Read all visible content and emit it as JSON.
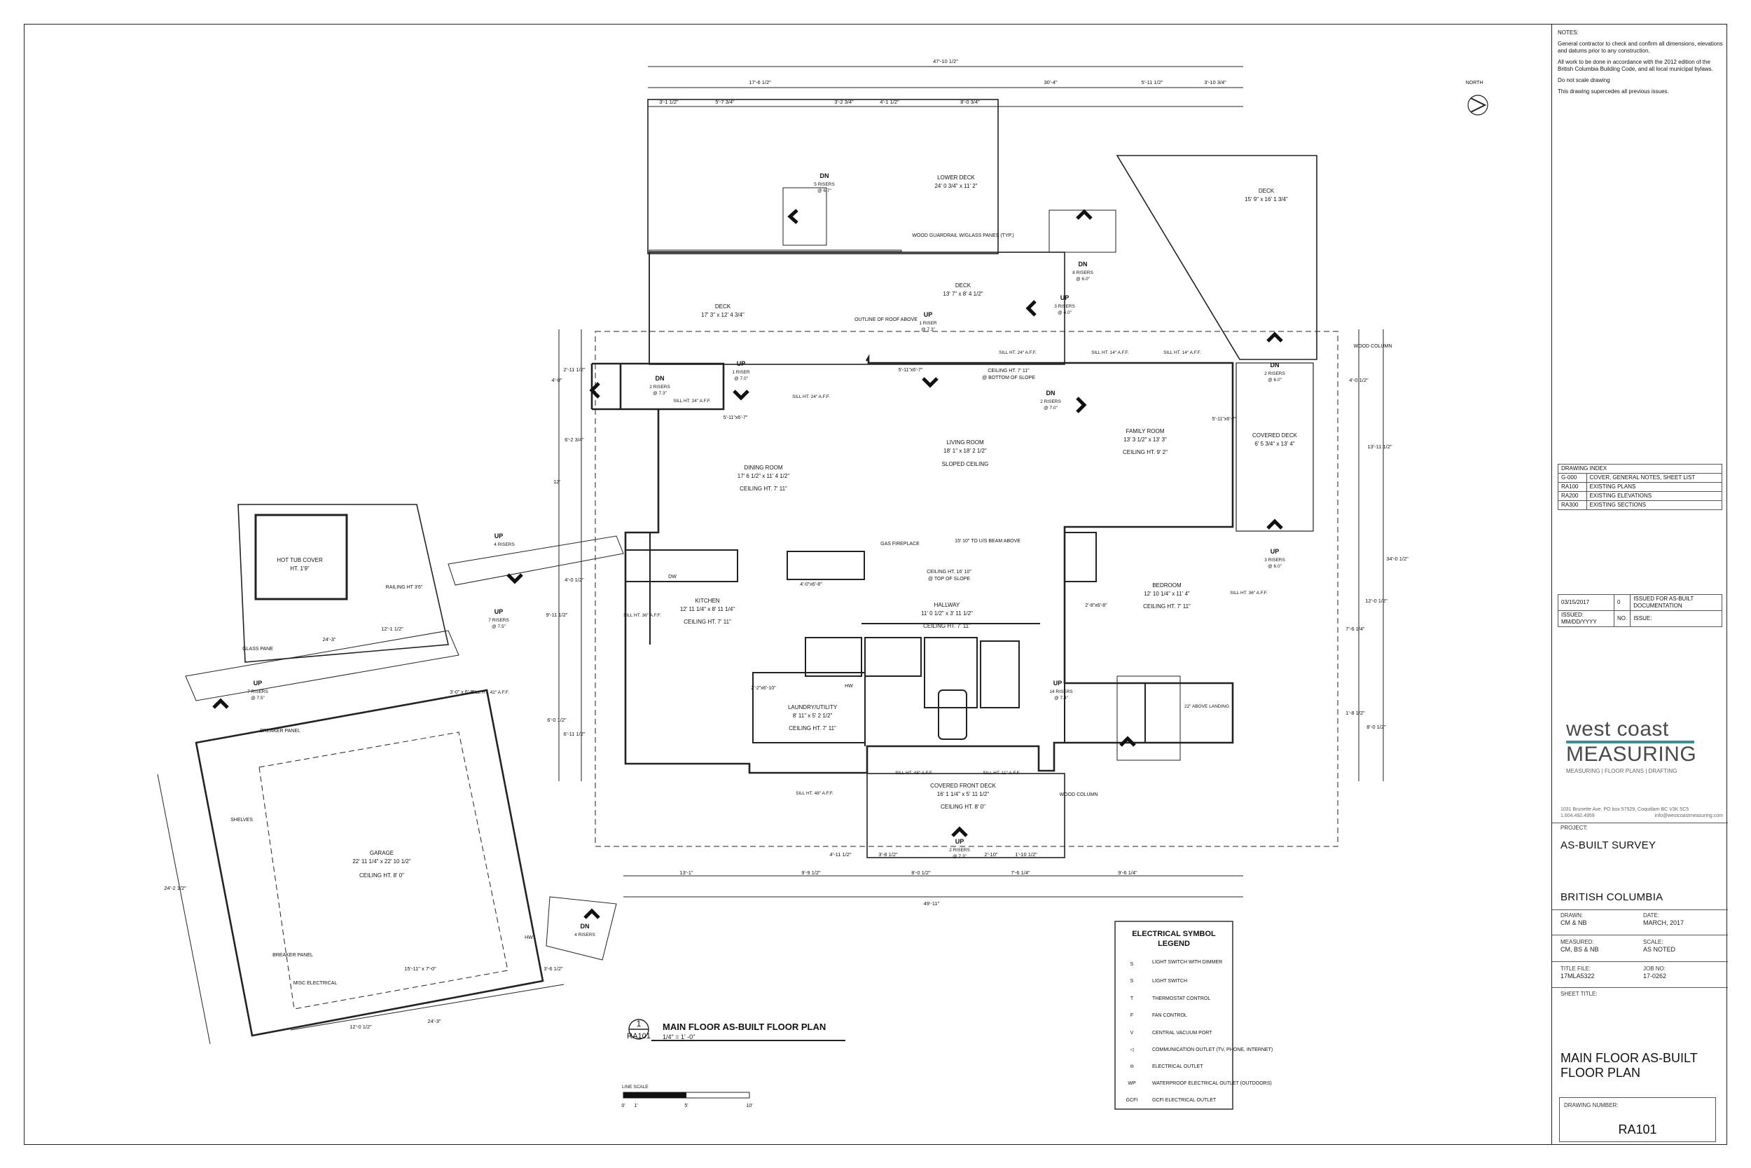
{
  "titleblock": {
    "notes_heading": "NOTES:",
    "notes": [
      "General contractor to check and confirm all dimensions, elevations and datums prior to any construction.",
      "All work to be done in accordance with the 2012 edition of the British Columbia Building Code, and all local municipal bylaws.",
      "Do not scale drawing",
      "This drawing supercedes all previous issues."
    ],
    "index_title": "DRAWING INDEX",
    "index": [
      {
        "code": "G-000",
        "desc": "COVER, GENERAL NOTES, SHEET LIST"
      },
      {
        "code": "RA100",
        "desc": "EXISTING PLANS"
      },
      {
        "code": "RA200",
        "desc": "EXISTING ELEVATIONS"
      },
      {
        "code": "RA300",
        "desc": "EXISTING SECTIONS"
      }
    ],
    "revision": {
      "date": "03/15/2017",
      "num": "0",
      "desc": "ISSUED FOR AS-BUILT DOCUMENTATION",
      "issued_label": "ISSUED: MM/DD/YYYY",
      "num_label": "NO.",
      "issue_label": "ISSUE:"
    },
    "logo_line1": "west coast",
    "logo_line2": "MEASURING",
    "tagline": "MEASURING | FLOOR PLANS | DRAFTING",
    "address": "1031 Brunette Ave. PO box 57529, Coquitlam BC V3K 5C5",
    "phone": "1.604.492.4959",
    "email": "info@westcoastmeasuring.com",
    "project_label": "PROJECT:",
    "project": "AS-BUILT SURVEY",
    "province": "BRITISH COLUMBIA",
    "drawn_label": "DRAWN:",
    "drawn": "CM & NB",
    "date_label": "DATE:",
    "date": "MARCH, 2017",
    "measured_label": "MEASURED:",
    "measured": "CM, BS & NB",
    "scale_label": "SCALE:",
    "scale": "AS NOTED",
    "title_file_label": "TITLE FILE:",
    "title_file": "17MLA5322",
    "job_label": "JOB NO:",
    "job": "17-0262",
    "sheet_title_label": "SHEET TITLE:",
    "sheet_title_1": "MAIN FLOOR AS-BUILT",
    "sheet_title_2": "FLOOR PLAN",
    "drawing_number_label": "DRAWING NUMBER:",
    "drawing_number": "RA101"
  },
  "plan": {
    "north": "NORTH",
    "rooms": [
      {
        "name": "LOWER DECK",
        "size": "24' 0 3/4\" x 11' 2\""
      },
      {
        "name": "DECK",
        "size": "15' 9\" x 16' 1 3/4\""
      },
      {
        "name": "DECK",
        "size": "13' 7\" x 8' 4 1/2\""
      },
      {
        "name": "DECK",
        "size": "17' 3\" x 12' 4 3/4\""
      },
      {
        "name": "LIVING ROOM",
        "size": "18' 1\" x 18' 2 1/2\"",
        "note": "SLOPED CEILING"
      },
      {
        "name": "FAMILY ROOM",
        "size": "13' 3 1/2\" x 13' 3\"",
        "note": "CEILING HT. 9' 2\""
      },
      {
        "name": "COVERED DECK",
        "size": "6' 5 3/4\" x 13' 4\""
      },
      {
        "name": "DINING ROOM",
        "size": "17' 6 1/2\" x 11' 4 1/2\"",
        "note": "CEILING HT. 7' 11\""
      },
      {
        "name": "KITCHEN",
        "size": "12' 11 1/4\" x 8' 11 1/4\"",
        "note": "CEILING HT. 7' 11\""
      },
      {
        "name": "HALLWAY",
        "size": "11' 0 1/2\" x 3' 11 1/2\"",
        "note": "CEILING HT. 7' 11\""
      },
      {
        "name": "BEDROOM",
        "size": "12' 10 1/4\" x 11' 4\"",
        "note": "CEILING HT. 7' 11\""
      },
      {
        "name": "LAUNDRY/UTILITY",
        "size": "8' 11\" x 5' 2 1/2\"",
        "note": "CEILING HT. 7' 11\""
      },
      {
        "name": "COVERED FRONT DECK",
        "size": "16' 1 1/4\" x 5' 11 1/2\"",
        "note": "CEILING HT. 8' 0\""
      },
      {
        "name": "GARAGE",
        "size": "22' 11 1/4\" x 22' 10 1/2\"",
        "note": "CEILING HT. 8' 0\""
      },
      {
        "name": "HOT TUB COVER",
        "size": "HT. 1'9\""
      }
    ],
    "labels": {
      "ceil_slope": "CEILING HT. 7' 11\"",
      "ceil_slope2": "@ BOTTOM OF SLOPE",
      "ceil_top": "CEILING HT. 16' 10\"",
      "ceil_top2": "@ TOP OF SLOPE",
      "gas_fireplace": "GAS FIREPLACE",
      "beam": "15' 10\" TO U/S BEAM ABOVE",
      "roof": "OUTLINE OF ROOF ABOVE",
      "guardrail": "WOOD GUARDRAIL W/GLASS PANES (TYP.)",
      "wood_col": "WOOD COLUMN",
      "shelves": "SHELVES",
      "breaker": "BREAKER PANEL",
      "misc": "MISC ELECTRICAL",
      "railing": "RAILING HT 3'6\"",
      "glass": "GLASS PANE",
      "hw": "HW",
      "dw": "DW"
    },
    "stairs": [
      {
        "dir": "DN",
        "risers": "5 RISERS",
        "rise": "@ 6.7\""
      },
      {
        "dir": "DN",
        "risers": "8 RISERS",
        "rise": "@ 6.0\""
      },
      {
        "dir": "UP",
        "risers": "3 RISERS",
        "rise": "@ 4.0\""
      },
      {
        "dir": "UP",
        "risers": "1 RISER",
        "rise": "@ 7.3\""
      },
      {
        "dir": "UP",
        "risers": "1 RISER",
        "rise": "@ 7.0\""
      },
      {
        "dir": "DN",
        "risers": "2 RISERS",
        "rise": "@ 7.3\""
      },
      {
        "dir": "DN",
        "risers": "2 RISERS",
        "rise": "@ 7.0\""
      },
      {
        "dir": "DN",
        "risers": "2 RISERS",
        "rise": "@ 6.0\""
      },
      {
        "dir": "UP",
        "risers": "3 RISERS",
        "rise": "@ 6.0\""
      },
      {
        "dir": "UP",
        "risers": "4 RISERS",
        "rise": ""
      },
      {
        "dir": "UP",
        "risers": "7 RISERS",
        "rise": "@ 7.5\""
      },
      {
        "dir": "UP",
        "risers": "7 RISERS",
        "rise": "@ 7.5\""
      },
      {
        "dir": "UP",
        "risers": "14 RISERS",
        "rise": "@ 7.4\""
      },
      {
        "dir": "UP",
        "risers": "2 RISERS",
        "rise": "@ 7.3\""
      },
      {
        "dir": "DN",
        "risers": "4 RISERS",
        "rise": ""
      }
    ],
    "windows": [
      "SILL HT. 24\" A.F.F.",
      "SILL HT. 24\" A.F.F.",
      "SILL HT. 24\" A.F.F.",
      "SILL HT. 14\" A.F.F.",
      "SILL HT. 14\" A.F.F.",
      "SILL HT. 36\" A.F.F.",
      "SILL HT. 36\" A.F.F.",
      "SILL HT. 48\" A.F.F.",
      "SILL HT. 11\" A.F.F.",
      "SILL HT. 48\" A.F.F.",
      "SILL HT. 42\" A.F.F.",
      "22\" ABOVE LANDING"
    ],
    "doors": [
      "5'-11\"x6'-7\"",
      "5'-11\"x6'-7\"",
      "5'-11\"x6'-7\"",
      "4'-0\"x6'-8\"",
      "2'-8\"x6'-8\"",
      "2'-2\"x6'-10\"",
      "3'-0\"x6'-8\""
    ],
    "dims_top": {
      "overall": "47'-10 1/2\"",
      "a": "17'-6 1/2\"",
      "b": "30'-4\"",
      "c": "3'-1 1/2\"",
      "d": "5'-7 3/4\"",
      "e": "3'-2 3/4\"",
      "f": "4'-1 1/2\"",
      "g": "8'-0 3/4\"",
      "h": "5'-11 1/2\"",
      "i": "3'-10 3/4\""
    },
    "dims_bottom": {
      "overall": "49'-11\"",
      "a": "13'-1\"",
      "b": "9'-9 1/2\"",
      "c": "8'-0 1/2\"",
      "d": "7'-6 1/4\"",
      "e": "9'-6 1/4\"",
      "f": "4'-11 1/2\"",
      "g": "3'-8 1/2\"",
      "h": "2'-10\"",
      "i": "1'-10 1/2\""
    },
    "dims_left": [
      "2'-11 1/2\"",
      "4'-0\"",
      "6'-2 3/4\"",
      "12'",
      "4'-0 1/2\"",
      "9'-11 1/2\"",
      "6'-0 1/2\"",
      "6'-11 1/2\""
    ],
    "dims_right": [
      "4'-0 1/2\"",
      "13'-11 1/2\"",
      "34'-0 1/2\"",
      "12'-0 1/2\"",
      "7'-6 1/4\"",
      "1'-8 1/2\"",
      "8'-0 1/2\""
    ],
    "dims_garage": [
      "24'-3\"",
      "12'-1 1/2\"",
      "24'-3\"",
      "12'-0 1/2\"",
      "15'-11\" x 7'-0\"",
      "24'-2 1/2\"",
      "3'-6 1/2\""
    ],
    "garage_door": "3'-0\" x 6'-8\""
  },
  "plan_title": {
    "number": "1",
    "sheet": "RA101",
    "title": "MAIN FLOOR AS-BUILT FLOOR PLAN",
    "scale": "1/4\" = 1' -0\""
  },
  "line_scale": {
    "label": "LINE SCALE",
    "ticks": [
      "0'",
      "1'",
      "5'",
      "10'"
    ]
  },
  "legend": {
    "title1": "ELECTRICAL SYMBOL",
    "title2": "LEGEND",
    "items": [
      {
        "sym": "S",
        "text": "LIGHT SWITCH WITH DIMMER"
      },
      {
        "sym": "S",
        "text": "LIGHT SWITCH"
      },
      {
        "sym": "T",
        "text": "THERMOSTAT CONTROL"
      },
      {
        "sym": "F",
        "text": "FAN CONTROL"
      },
      {
        "sym": "V",
        "text": "CENTRAL VACUUM PORT"
      },
      {
        "sym": "◁",
        "text": "COMMUNICATION OUTLET (TV, PHONE, INTERNET)"
      },
      {
        "sym": "⊖",
        "text": "ELECTRICAL OUTLET"
      },
      {
        "sym": "WP",
        "text": "WATERPROOF ELECTRICAL OUTLET (OUTDOORS)"
      },
      {
        "sym": "GCFI",
        "text": "GCFI ELECTRICAL OUTLET"
      }
    ]
  }
}
